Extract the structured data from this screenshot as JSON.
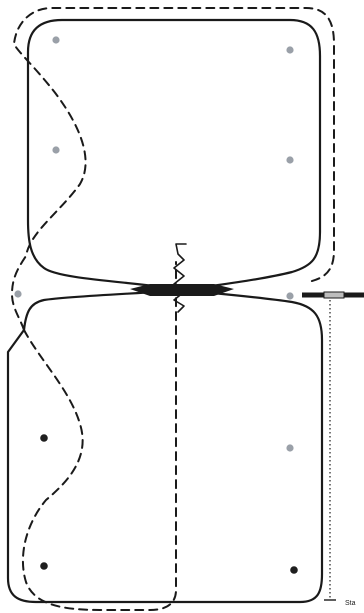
{
  "start_label": "Sta",
  "colors": {
    "line": "#1a1a1a",
    "marker_grey": "#9aa0a8",
    "marker_dark": "#1f1f1f",
    "start_gate": "#bdbdbd",
    "background": "#ffffff"
  },
  "markers": [
    {
      "name": "marker-upper-top-left",
      "color": "grey"
    },
    {
      "name": "marker-upper-top-right",
      "color": "grey"
    },
    {
      "name": "marker-upper-mid-left",
      "color": "grey"
    },
    {
      "name": "marker-upper-mid-right",
      "color": "grey"
    },
    {
      "name": "marker-center-left",
      "color": "grey"
    },
    {
      "name": "marker-center-right",
      "color": "grey"
    },
    {
      "name": "marker-lower-mid-left",
      "color": "dark"
    },
    {
      "name": "marker-lower-mid-right",
      "color": "grey"
    },
    {
      "name": "marker-lower-bottom-left",
      "color": "dark"
    },
    {
      "name": "marker-lower-bottom-right",
      "color": "dark"
    }
  ]
}
